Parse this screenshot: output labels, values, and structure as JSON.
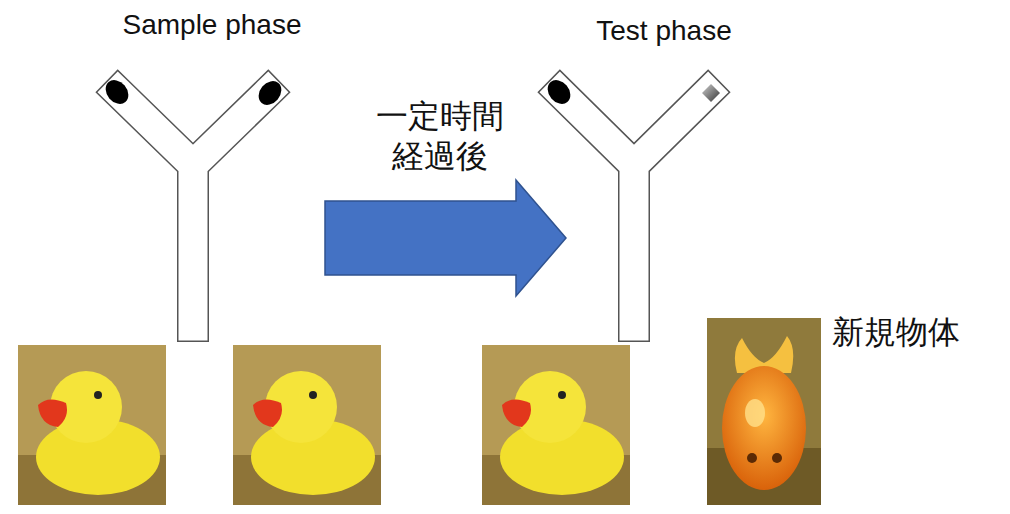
{
  "diagram": {
    "nodes": [
      {
        "text": [
          "Sample phase"
        ]
      },
      {
        "text": [
          "Test phase"
        ]
      }
    ],
    "edges": [
      {
        "from": 0,
        "to": 1,
        "arrow": "to",
        "label": "一定時間 経過後"
      }
    ],
    "labels": [
      "新規物体"
    ]
  }
}
